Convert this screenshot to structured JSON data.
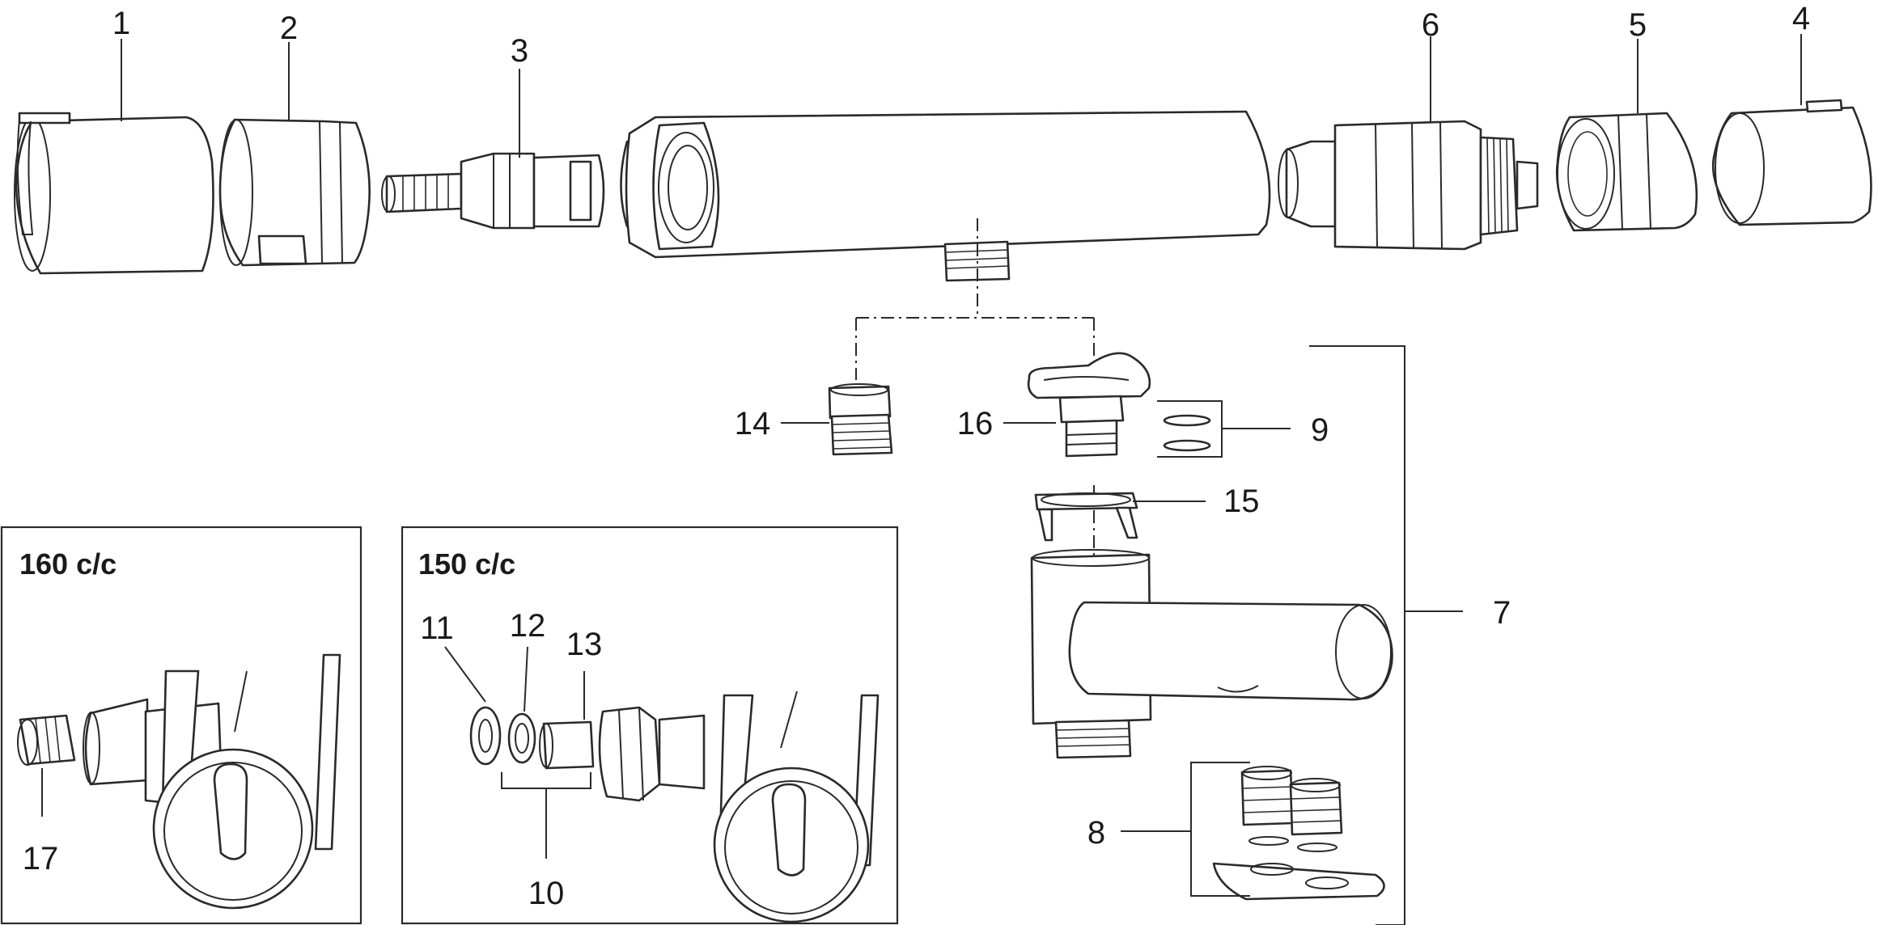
{
  "labels": [
    "1",
    "2",
    "3",
    "4",
    "5",
    "6",
    "7",
    "8",
    "9",
    "10",
    "11",
    "12",
    "13",
    "14",
    "15",
    "16",
    "17"
  ],
  "insets": {
    "left_title": "160 c/c",
    "right_title": "150 c/c"
  },
  "colors": {
    "line": "#2a2a2a",
    "background": "#ffffff"
  }
}
